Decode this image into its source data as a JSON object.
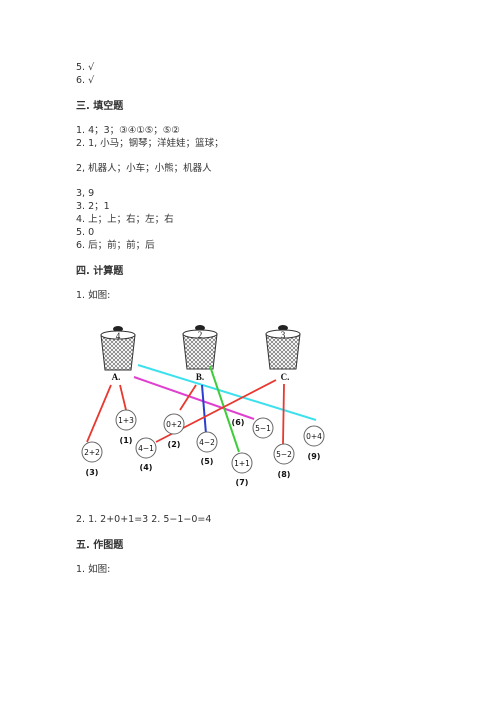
{
  "answers_top": [
    "5. √",
    "6. √"
  ],
  "section3": {
    "heading": "三. 填空题",
    "lines": [
      "1. 4；3；③④①⑤；⑤②",
      "2. 1, 小马；钢琴；洋娃娃；篮球；",
      "2, 机器人；小车；小熊；机器人",
      "3, 9",
      "3. 2；1",
      "4. 上；上；右；左；右",
      "5. 0",
      "6. 后；前；前；后"
    ]
  },
  "section4": {
    "heading": "四. 计算题",
    "intro": "1. 如图:",
    "answer": "2. 1.  2+0+1=3        2. 5−1−0=4"
  },
  "section5": {
    "heading": "五. 作图题",
    "intro": "1. 如图:"
  },
  "figure": {
    "baskets": [
      {
        "number": "4",
        "label": "A."
      },
      {
        "number": "2",
        "label": "B."
      },
      {
        "number": "3",
        "label": "C."
      }
    ],
    "balls": [
      {
        "expr": "1+3",
        "tag": "(1)"
      },
      {
        "expr": "0+2",
        "tag": "(2)"
      },
      {
        "expr": "2+2",
        "tag": "(3)"
      },
      {
        "expr": "4−1",
        "tag": "(4)"
      },
      {
        "expr": "4−2",
        "tag": "(5)"
      },
      {
        "expr": "5−1",
        "tag": "(6)"
      },
      {
        "expr": "1+1",
        "tag": "(7)"
      },
      {
        "expr": "5−2",
        "tag": "(8)"
      },
      {
        "expr": "0+4",
        "tag": "(9)"
      }
    ],
    "line_colors": {
      "red": "#e8382f",
      "blue": "#2a3fd1",
      "green": "#3ecc3a",
      "magenta": "#e040d0",
      "cyan": "#3fe0ee"
    }
  }
}
